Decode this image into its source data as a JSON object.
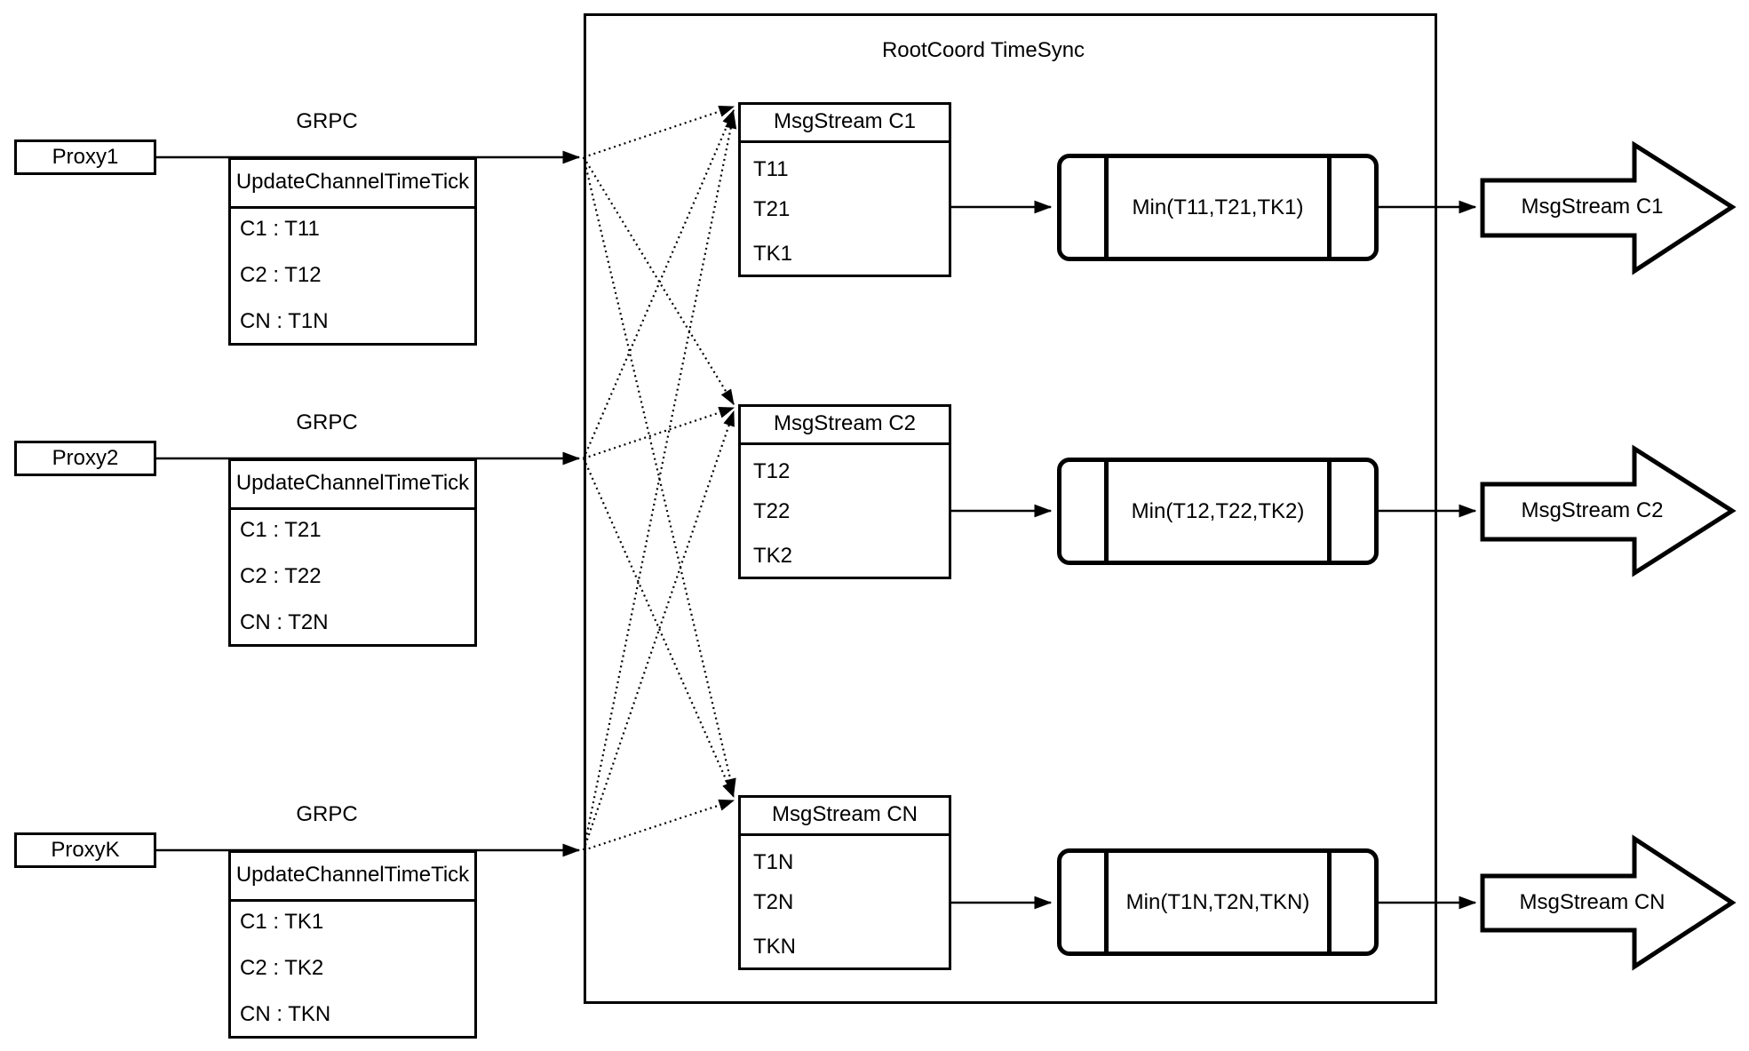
{
  "diagram": {
    "title": "RootCoord TimeSync",
    "colors": {
      "stroke": "#000000",
      "background": "#ffffff"
    },
    "rows": [
      {
        "proxy_label": "Proxy1",
        "grpc_label": "GRPC",
        "update_table": {
          "header": "UpdateChannelTimeTick",
          "entries": [
            "C1 :  T11",
            "C2 :  T12",
            "CN : T1N"
          ]
        },
        "msg_table": {
          "header": "MsgStream C1",
          "entries": [
            "T11",
            "T21",
            "TK1"
          ]
        },
        "min_label": "Min(T11,T21,TK1)",
        "output_arrow_label": "MsgStream C1"
      },
      {
        "proxy_label": "Proxy2",
        "grpc_label": "GRPC",
        "update_table": {
          "header": "UpdateChannelTimeTick",
          "entries": [
            "C1 :  T21",
            "C2 :  T22",
            "CN : T2N"
          ]
        },
        "msg_table": {
          "header": "MsgStream C2",
          "entries": [
            "T12",
            "T22",
            "TK2"
          ]
        },
        "min_label": "Min(T12,T22,TK2)",
        "output_arrow_label": "MsgStream C2"
      },
      {
        "proxy_label": "ProxyK",
        "grpc_label": "GRPC",
        "update_table": {
          "header": "UpdateChannelTimeTick",
          "entries": [
            "C1 :  TK1",
            "C2 :  TK2",
            "CN : TKN"
          ]
        },
        "msg_table": {
          "header": "MsgStream CN",
          "entries": [
            "T1N",
            "T2N",
            "TKN"
          ]
        },
        "min_label": "Min(T1N,T2N,TKN)",
        "output_arrow_label": "MsgStream CN"
      }
    ]
  }
}
